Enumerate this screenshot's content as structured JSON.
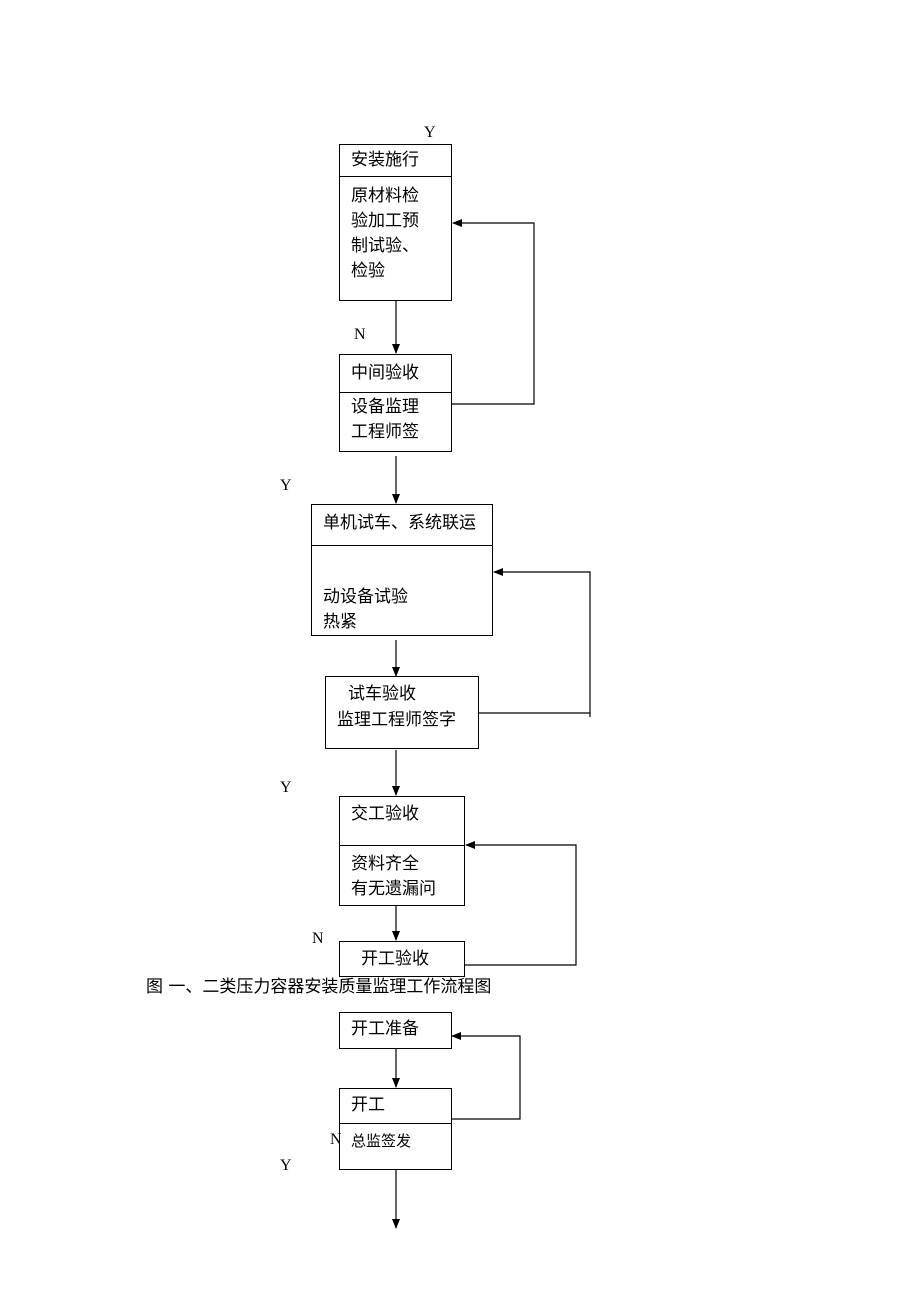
{
  "flowchart_1": {
    "install": {
      "title": "安装施行",
      "body": "原材料检验加工预制试验、检验"
    },
    "mid_accept": {
      "title": "中间验收",
      "body": "设备监理工程师签"
    },
    "trial": {
      "title": "单机试车、系统联运",
      "body_line1": "动设备试验",
      "body_line2": "热紧"
    },
    "trial_accept": {
      "line1": "试车验收",
      "line2": "监理工程师签字"
    },
    "handover": {
      "title": "交工验收",
      "body_line1": "资料齐全",
      "body_line2": "有无遗漏问"
    },
    "start_accept": {
      "title": "开工验收"
    },
    "labels": {
      "y_top": "Y",
      "n_1": "N",
      "y_2": "Y",
      "y_3": "Y",
      "n_2": "N"
    }
  },
  "caption": "图 一、二类压力容器安装质量监理工作流程图",
  "flowchart_2": {
    "prepare": {
      "title": "开工准备"
    },
    "start": {
      "title": "开工",
      "body": "总监签发"
    },
    "labels": {
      "n": "N",
      "y": "Y"
    }
  }
}
